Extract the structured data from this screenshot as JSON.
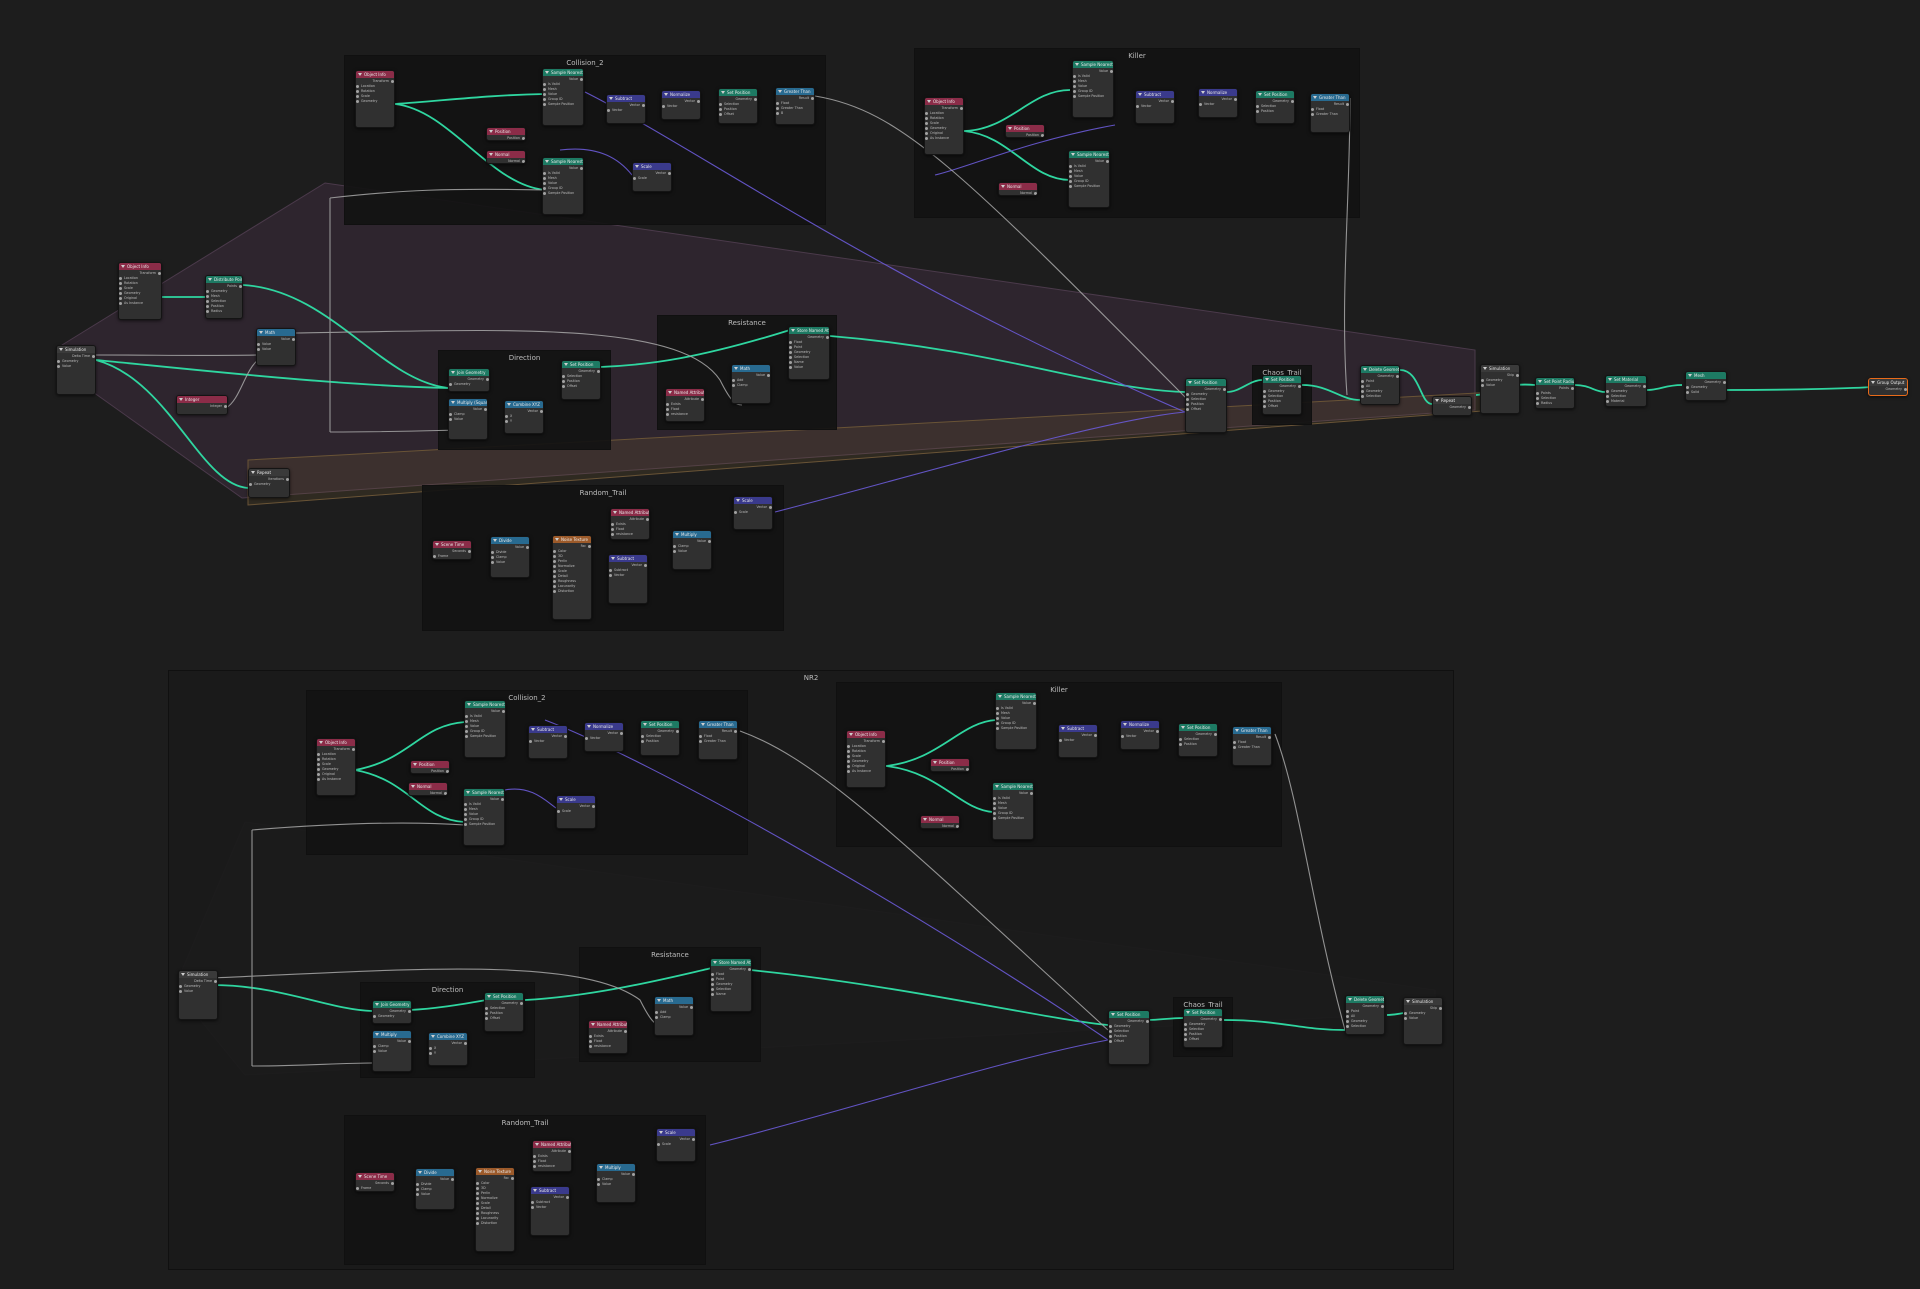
{
  "colors": {
    "background": "#1d1d1d",
    "frame": "#121212",
    "zone": "rgba(110,70,110,0.22)",
    "geometry_wire": "#2fd6a0",
    "vector_wire": "#6a5ad6",
    "float_wire": "#a8a8a8",
    "header_geometry": "#1d7a63",
    "header_input": "#8b2c48",
    "header_vector": "#3a3a8c",
    "header_converter": "#286a90",
    "header_utility": "#9c5a2a",
    "header_output": "#3a3a3a",
    "selected_outline": "#e86b1a"
  },
  "frames": {
    "collision_top": "Collision_2",
    "killer_top": "Killer",
    "direction_top": "Direction",
    "resistance_top": "Resistance",
    "chaos_top": "Chaos_Trail",
    "random_top": "Random_Trail",
    "nr2": "NR2",
    "collision_bot": "Collision_2",
    "killer_bot": "Killer",
    "direction_bot": "Direction",
    "resistance_bot": "Resistance",
    "chaos_bot": "Chaos_Trail",
    "random_bot": "Random_Trail"
  },
  "nodes": {
    "object_info_a": {
      "title": "Object Info",
      "rows": [
        "Transform",
        "Location",
        "Rotation",
        "Scale",
        "Geometry",
        "Original",
        "As Instance"
      ]
    },
    "distribute": {
      "title": "Distribute Points",
      "rows": [
        "Points",
        "Geometry",
        "Mesh",
        "Selection",
        "Position",
        "Radius"
      ]
    },
    "sim_input_top": {
      "title": "Simulation",
      "rows": [
        "Delta Time",
        "Geometry",
        "Value"
      ]
    },
    "integer_top": {
      "title": "Integer",
      "rows": [
        "Integer"
      ]
    },
    "repeat_top": {
      "title": "Repeat",
      "rows": [
        "Iterations",
        "Geometry"
      ]
    },
    "math_top": {
      "title": "Math",
      "rows": [
        "Value",
        "Value",
        "Value"
      ]
    },
    "obj_info_col": {
      "title": "Object Info",
      "rows": [
        "Transform",
        "Location",
        "Rotation",
        "Scale",
        "Geometry"
      ]
    },
    "sample_nearest_1": {
      "title": "Sample Nearest Sur...",
      "rows": [
        "Value",
        "Is Valid",
        "Mesh",
        "Value",
        "Group ID",
        "Sample Position"
      ]
    },
    "position_col": {
      "title": "Position",
      "rows": [
        "Position"
      ]
    },
    "normal_col": {
      "title": "Normal",
      "rows": [
        "Normal"
      ]
    },
    "sample_nearest_2": {
      "title": "Sample Nearest Sur...",
      "rows": [
        "Value",
        "Is Valid",
        "Mesh",
        "Value",
        "Group ID",
        "Sample Position"
      ]
    },
    "subtract_col": {
      "title": "Subtract",
      "rows": [
        "Vector",
        "Vector"
      ]
    },
    "normalize_col": {
      "title": "Normalize",
      "rows": [
        "Vector",
        "Vector"
      ]
    },
    "set_position_col": {
      "title": "Set Position",
      "rows": [
        "Geometry",
        "Selection",
        "Position",
        "Offset"
      ]
    },
    "greater_col": {
      "title": "Greater Than",
      "rows": [
        "Result",
        "Float",
        "Greater Than",
        "B"
      ]
    },
    "scale_col": {
      "title": "Scale",
      "rows": [
        "Vector",
        "Scale"
      ]
    },
    "obj_info_kill": {
      "title": "Object Info",
      "rows": [
        "Transform",
        "Location",
        "Rotation",
        "Scale",
        "Geometry",
        "Original",
        "As Instance"
      ]
    },
    "position_kill": {
      "title": "Position",
      "rows": [
        "Position"
      ]
    },
    "normal_kill": {
      "title": "Normal",
      "rows": [
        "Normal"
      ]
    },
    "sample_kill_1": {
      "title": "Sample Nearest Sur...",
      "rows": [
        "Value",
        "Is Valid",
        "Mesh",
        "Value",
        "Group ID",
        "Sample Position"
      ]
    },
    "sample_kill_2": {
      "title": "Sample Nearest Sur...",
      "rows": [
        "Value",
        "Is Valid",
        "Mesh",
        "Value",
        "Group ID",
        "Sample Position"
      ]
    },
    "subtract_kill": {
      "title": "Subtract",
      "rows": [
        "Vector",
        "Vector"
      ]
    },
    "normalize_kill": {
      "title": "Normalize",
      "rows": [
        "Vector",
        "Vector"
      ]
    },
    "set_pos_kill": {
      "title": "Set Position",
      "rows": [
        "Geometry",
        "Selection",
        "Position"
      ]
    },
    "greater_kill": {
      "title": "Greater Than",
      "rows": [
        "Result",
        "Float",
        "Greater Than"
      ]
    },
    "join_dir": {
      "title": "Join Geometry",
      "rows": [
        "Geometry",
        "Geometry"
      ]
    },
    "set_pos_dir": {
      "title": "Set Position",
      "rows": [
        "Geometry",
        "Selection",
        "Position",
        "Offset"
      ]
    },
    "multiply_dir": {
      "title": "Multiply (Square)",
      "rows": [
        "Value",
        "Clamp",
        "Value"
      ]
    },
    "combine_dir": {
      "title": "Combine XYZ",
      "rows": [
        "Vector",
        "X",
        "Y"
      ]
    },
    "store_res": {
      "title": "Store Named Attri...",
      "rows": [
        "Geometry",
        "Float",
        "Point",
        "Geometry",
        "Selection",
        "Name",
        "Value"
      ]
    },
    "named_res": {
      "title": "Named Attribute",
      "rows": [
        "Attribute",
        "Exists",
        "Float",
        "resistance"
      ]
    },
    "math_res": {
      "title": "Math",
      "rows": [
        "Value",
        "Add",
        "Clamp"
      ]
    },
    "scene_time": {
      "title": "Scene Time",
      "rows": [
        "Seconds",
        "Frame"
      ]
    },
    "divide_rand": {
      "title": "Divide",
      "rows": [
        "Value",
        "Divide",
        "Clamp",
        "Value"
      ]
    },
    "noise_rand": {
      "title": "Noise Texture",
      "rows": [
        "Fac",
        "Color",
        "3D",
        "Perlin",
        "Normalize",
        "Scale",
        "Detail",
        "Roughness",
        "Lacunarity",
        "Distortion"
      ]
    },
    "named_rand": {
      "title": "Named Attribute",
      "rows": [
        "Attribute",
        "Exists",
        "Float",
        "resistance"
      ]
    },
    "subtract_rand": {
      "title": "Subtract",
      "rows": [
        "Vector",
        "Subtract",
        "Vector"
      ]
    },
    "scale_rand": {
      "title": "Scale",
      "rows": [
        "Vector",
        "Scale"
      ]
    },
    "multiply_rand": {
      "title": "Multiply",
      "rows": [
        "Value",
        "Clamp",
        "Value"
      ]
    },
    "set_pos_main": {
      "title": "Set Position",
      "rows": [
        "Geometry",
        "Geometry",
        "Selection",
        "Position",
        "Offset"
      ]
    },
    "set_pos_chaos": {
      "title": "Set Position",
      "rows": [
        "Geometry",
        "Geometry",
        "Selection",
        "Position",
        "Offset"
      ]
    },
    "delete_geo": {
      "title": "Delete Geometry",
      "rows": [
        "Geometry",
        "Point",
        "All",
        "Geometry",
        "Selection"
      ]
    },
    "repeat_out": {
      "title": "Repeat",
      "rows": [
        "Geometry"
      ]
    },
    "sim_output": {
      "title": "Simulation",
      "rows": [
        "Skip",
        "Geometry",
        "Value"
      ]
    },
    "set_radius": {
      "title": "Set Point Radius",
      "rows": [
        "Points",
        "Points",
        "Selection",
        "Radius"
      ]
    },
    "instance": {
      "title": "Set Material",
      "rows": [
        "Geometry",
        "Geometry",
        "Selection",
        "Material"
      ]
    },
    "realize": {
      "title": "Mesh",
      "rows": [
        "Geometry",
        "Geometry",
        "Solid"
      ]
    },
    "group_output": {
      "title": "Group Output",
      "rows": [
        "Geometry"
      ]
    },
    "sim_input_bot": {
      "title": "Simulation",
      "rows": [
        "Delta Time",
        "Geometry",
        "Value"
      ]
    },
    "obj_info_col_b": {
      "title": "Object Info",
      "rows": [
        "Transform",
        "Location",
        "Rotation",
        "Scale",
        "Geometry",
        "Original",
        "As Instance"
      ]
    },
    "position_col_b": {
      "title": "Position",
      "rows": [
        "Position"
      ]
    },
    "normal_col_b": {
      "title": "Normal",
      "rows": [
        "Normal"
      ]
    },
    "sample_col_b1": {
      "title": "Sample Nearest Sur...",
      "rows": [
        "Value",
        "Is Valid",
        "Mesh",
        "Value",
        "Group ID",
        "Sample Position"
      ]
    },
    "sample_col_b2": {
      "title": "Sample Nearest Sur...",
      "rows": [
        "Value",
        "Is Valid",
        "Mesh",
        "Value",
        "Group ID",
        "Sample Position"
      ]
    },
    "subtract_col_b": {
      "title": "Subtract",
      "rows": [
        "Vector",
        "Vector"
      ]
    },
    "normalize_col_b": {
      "title": "Normalize",
      "rows": [
        "Vector",
        "Vector"
      ]
    },
    "set_pos_col_b": {
      "title": "Set Position",
      "rows": [
        "Geometry",
        "Selection",
        "Position"
      ]
    },
    "greater_col_b": {
      "title": "Greater Than",
      "rows": [
        "Result",
        "Float",
        "Greater Than"
      ]
    },
    "scale_col_b": {
      "title": "Scale",
      "rows": [
        "Vector",
        "Scale"
      ]
    },
    "obj_info_kill_b": {
      "title": "Object Info",
      "rows": [
        "Transform",
        "Location",
        "Rotation",
        "Scale",
        "Geometry",
        "Original",
        "As Instance"
      ]
    },
    "position_kill_b": {
      "title": "Position",
      "rows": [
        "Position"
      ]
    },
    "normal_kill_b": {
      "title": "Normal",
      "rows": [
        "Normal"
      ]
    },
    "sample_kill_b1": {
      "title": "Sample Nearest Sur...",
      "rows": [
        "Value",
        "Is Valid",
        "Mesh",
        "Value",
        "Group ID",
        "Sample Position"
      ]
    },
    "sample_kill_b2": {
      "title": "Sample Nearest Sur...",
      "rows": [
        "Value",
        "Is Valid",
        "Mesh",
        "Value",
        "Group ID",
        "Sample Position"
      ]
    },
    "subtract_kill_b": {
      "title": "Subtract",
      "rows": [
        "Vector",
        "Vector"
      ]
    },
    "normalize_kill_b": {
      "title": "Normalize",
      "rows": [
        "Vector",
        "Vector"
      ]
    },
    "set_pos_kill_b": {
      "title": "Set Position",
      "rows": [
        "Geometry",
        "Selection",
        "Position"
      ]
    },
    "greater_kill_b": {
      "title": "Greater Than",
      "rows": [
        "Result",
        "Float",
        "Greater Than"
      ]
    },
    "join_dir_b": {
      "title": "Join Geometry",
      "rows": [
        "Geometry",
        "Geometry"
      ]
    },
    "set_pos_dir_b": {
      "title": "Set Position",
      "rows": [
        "Geometry",
        "Selection",
        "Position",
        "Offset"
      ]
    },
    "multiply_dir_b": {
      "title": "Multiply",
      "rows": [
        "Value",
        "Clamp",
        "Value"
      ]
    },
    "combine_dir_b": {
      "title": "Combine XYZ",
      "rows": [
        "Vector",
        "X",
        "Y"
      ]
    },
    "store_res_b": {
      "title": "Store Named Attri...",
      "rows": [
        "Geometry",
        "Float",
        "Point",
        "Geometry",
        "Selection",
        "Name"
      ]
    },
    "named_res_b": {
      "title": "Named Attribute",
      "rows": [
        "Attribute",
        "Exists",
        "Float",
        "resistance"
      ]
    },
    "math_res_b": {
      "title": "Math",
      "rows": [
        "Value",
        "Add",
        "Clamp"
      ]
    },
    "set_pos_main_b": {
      "title": "Set Position",
      "rows": [
        "Geometry",
        "Geometry",
        "Selection",
        "Position",
        "Offset"
      ]
    },
    "set_pos_chaos_b": {
      "title": "Set Position",
      "rows": [
        "Geometry",
        "Geometry",
        "Selection",
        "Position",
        "Offset"
      ]
    },
    "delete_geo_b": {
      "title": "Delete Geometry",
      "rows": [
        "Geometry",
        "Point",
        "All",
        "Geometry",
        "Selection"
      ]
    },
    "sim_output_b": {
      "title": "Simulation",
      "rows": [
        "Skip",
        "Geometry",
        "Value"
      ]
    },
    "scene_time_b": {
      "title": "Scene Time",
      "rows": [
        "Seconds",
        "Frame"
      ]
    },
    "divide_rand_b": {
      "title": "Divide",
      "rows": [
        "Value",
        "Divide",
        "Clamp",
        "Value"
      ]
    },
    "noise_rand_b": {
      "title": "Noise Texture",
      "rows": [
        "Fac",
        "Color",
        "3D",
        "Perlin",
        "Normalize",
        "Scale",
        "Detail",
        "Roughness",
        "Lacunarity",
        "Distortion"
      ]
    },
    "named_rand_b": {
      "title": "Named Attribute",
      "rows": [
        "Attribute",
        "Exists",
        "Float",
        "resistance"
      ]
    },
    "subtract_rand_b": {
      "title": "Subtract",
      "rows": [
        "Vector",
        "Subtract",
        "Vector"
      ]
    },
    "scale_rand_b": {
      "title": "Scale",
      "rows": [
        "Vector",
        "Scale"
      ]
    },
    "multiply_rand_b": {
      "title": "Multiply",
      "rows": [
        "Value",
        "Clamp",
        "Value"
      ]
    }
  }
}
